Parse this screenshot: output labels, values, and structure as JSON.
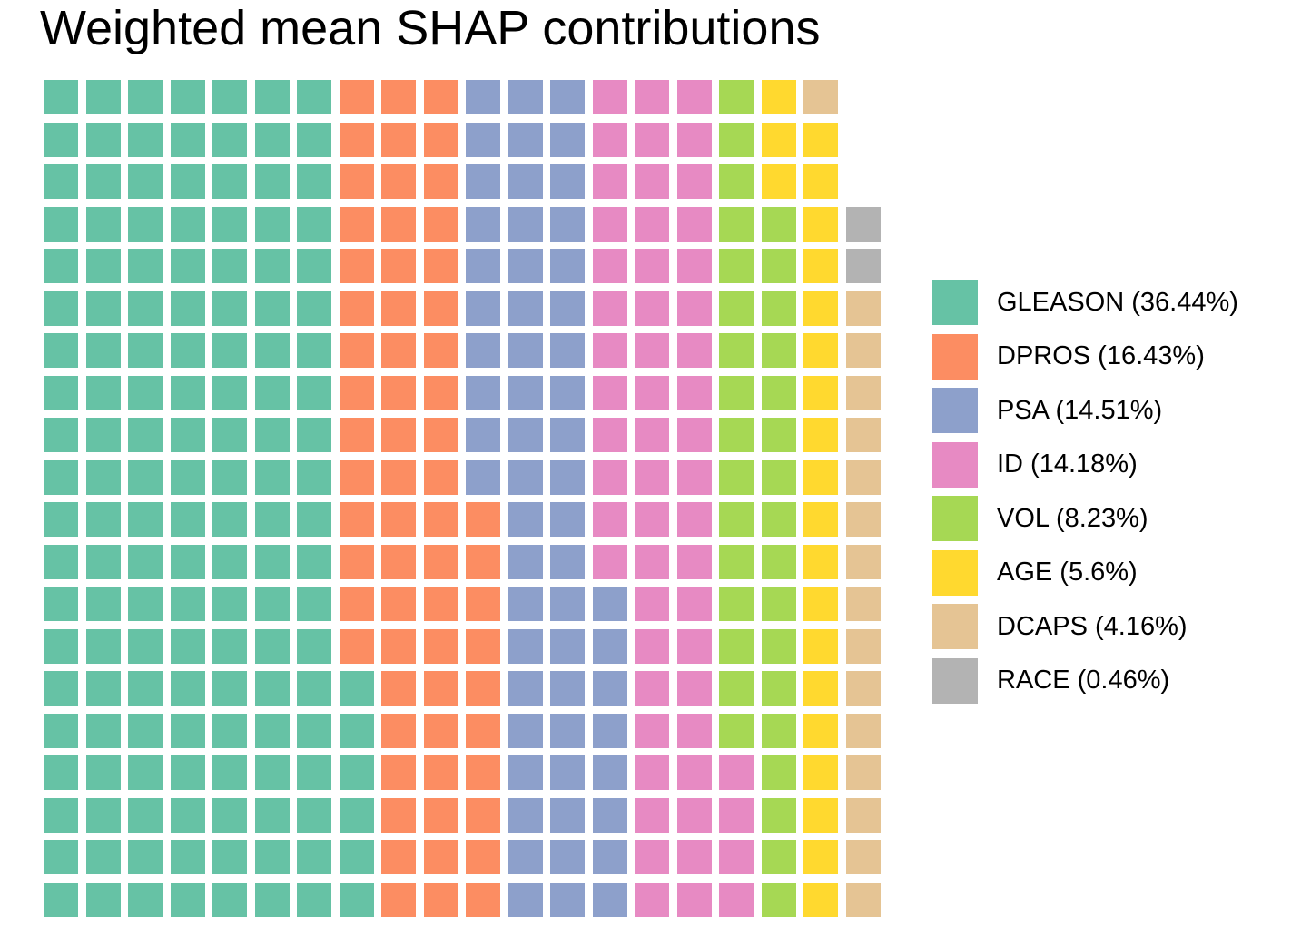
{
  "title": "Weighted mean SHAP contributions",
  "legend": {
    "position": "right",
    "items": [
      {
        "label": "GLEASON (36.44%)",
        "color": "#66C2A5"
      },
      {
        "label": "DPROS (16.43%)",
        "color": "#FC8D62"
      },
      {
        "label": "PSA (14.51%)",
        "color": "#8DA0CB"
      },
      {
        "label": "ID (14.18%)",
        "color": "#E78AC3"
      },
      {
        "label": "VOL (8.23%)",
        "color": "#A6D854"
      },
      {
        "label": "AGE (5.6%)",
        "color": "#FFD92F"
      },
      {
        "label": "DCAPS (4.16%)",
        "color": "#E5C494"
      },
      {
        "label": "RACE (0.46%)",
        "color": "#B3B3B3"
      }
    ]
  },
  "chart_data": {
    "type": "waffle",
    "title": "Weighted mean SHAP contributions",
    "grid": {
      "rows": 20,
      "cols": 20,
      "total_squares": 397,
      "fill_order": "column-major, bottom-to-top within each column, columns left-to-right",
      "empty_cells": "top 3 cells of last (rightmost) column"
    },
    "categories": [
      "GLEASON",
      "DPROS",
      "PSA",
      "ID",
      "VOL",
      "AGE",
      "DCAPS",
      "RACE"
    ],
    "series": [
      {
        "name": "GLEASON",
        "percent": 36.44,
        "squares": 146,
        "color": "#66C2A5"
      },
      {
        "name": "DPROS",
        "percent": 16.43,
        "squares": 64,
        "color": "#FC8D62"
      },
      {
        "name": "PSA",
        "percent": 14.51,
        "squares": 58,
        "color": "#8DA0CB"
      },
      {
        "name": "ID",
        "percent": 14.18,
        "squares": 56,
        "color": "#E78AC3"
      },
      {
        "name": "VOL",
        "percent": 8.23,
        "squares": 33,
        "color": "#A6D854"
      },
      {
        "name": "AGE",
        "percent": 5.6,
        "squares": 22,
        "color": "#FFD92F"
      },
      {
        "name": "DCAPS",
        "percent": 4.16,
        "squares": 16,
        "color": "#E5C494"
      },
      {
        "name": "RACE",
        "percent": 0.46,
        "squares": 2,
        "color": "#B3B3B3"
      }
    ],
    "legend_position": "right",
    "background": "#FFFFFF"
  }
}
